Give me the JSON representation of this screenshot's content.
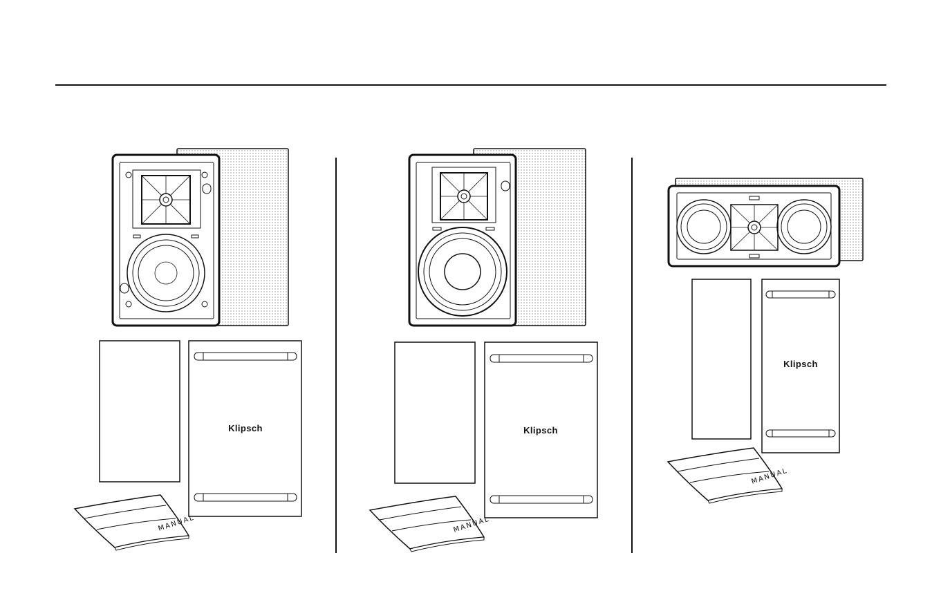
{
  "brand": {
    "logo_text": "Klipsch"
  },
  "manual": {
    "label": "MANUAL"
  },
  "kits": [
    {
      "id": "kit-1",
      "speaker_type": "in-wall speaker with grille, mounting clamps"
    },
    {
      "id": "kit-2",
      "speaker_type": "in-wall speaker with grille"
    },
    {
      "id": "kit-3",
      "speaker_type": "in-wall center channel speaker with grille"
    }
  ],
  "colors": {
    "line": "#111111",
    "paper": "#ffffff"
  }
}
